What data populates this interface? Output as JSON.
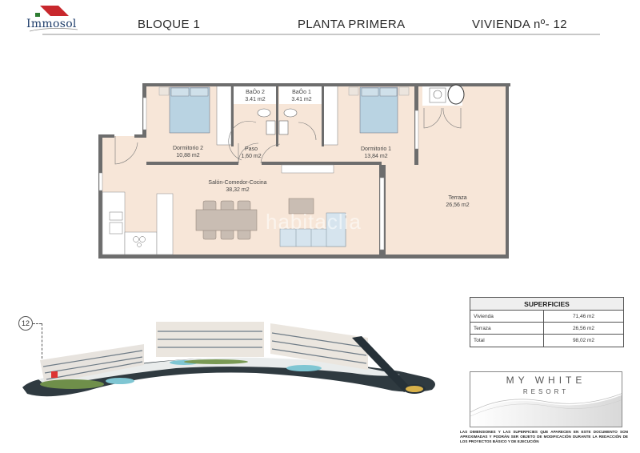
{
  "header": {
    "logo_text": "Immosol",
    "block": "BLOQUE 1",
    "floor": "PLANTA PRIMERA",
    "unit": "VIVIENDA nº- 12",
    "colors": {
      "roof": "#c8282d",
      "logo_square": "#2e7d32",
      "logo_text": "#1f3e6b",
      "rule": "#c8c8c8"
    }
  },
  "floor_plan": {
    "rooms": [
      {
        "name": "Dormitorio 2",
        "area": "10,88 m2"
      },
      {
        "name": "BaÔo 2",
        "area": "3.41 m2"
      },
      {
        "name": "BaÔo 1",
        "area": "3.41 m2"
      },
      {
        "name": "Paso",
        "area": "1,60 m2"
      },
      {
        "name": "Dormitorio 1",
        "area": "13,84 m2"
      },
      {
        "name": "Salón-Comedor-Cocina",
        "area": "38,32 m2"
      },
      {
        "name": "Terraza",
        "area": "26,56 m2"
      }
    ],
    "watermark": "habitaclia",
    "colors": {
      "floor": "#f7e6d8",
      "wall": "#6d6d6d",
      "bed": "#b9d3e2",
      "furniture": "#c9bdb3",
      "sofa": "#d6e4ee"
    }
  },
  "site": {
    "unit_marker": "12"
  },
  "areas_table": {
    "title": "SUPERFICIES",
    "rows": [
      {
        "label": "Vivienda",
        "value": "71,46 m2"
      },
      {
        "label": "Terraza",
        "value": "26,56 m2"
      },
      {
        "label": "Total",
        "value": "98,02 m2"
      }
    ]
  },
  "resort_logo": {
    "line1": "MY WHITE",
    "line2": "RESORT"
  },
  "disclaimer": "LAS DIMENSIONES Y LAS SUPERFICIES QUE APARECEN EN ESTE DOCUMENTO SON APROXIMADAS Y PODRÁN SER OBJETO DE MODIFICACIÓN DURANTE LA REDACCIÓN DE LOS PROYECTOS BÁSICO Y DE EJECUCIÓN"
}
